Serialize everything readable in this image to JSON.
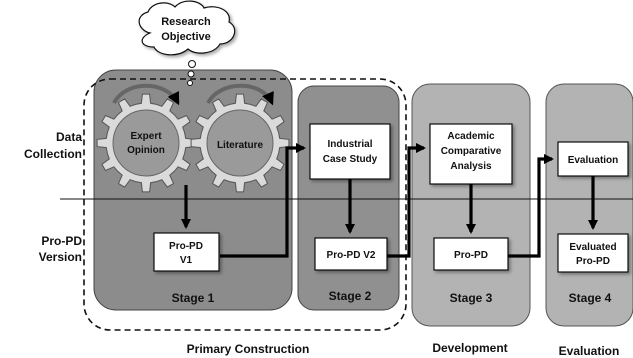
{
  "cloud": {
    "line1": "Research",
    "line2": "Objective"
  },
  "row_labels": {
    "data_collection": {
      "line1": "Data",
      "line2": "Collection"
    },
    "pro_pd_version": {
      "line1": "Pro-PD",
      "line2": "Version"
    }
  },
  "gears": {
    "expert": {
      "line1": "Expert",
      "line2": "Opinion"
    },
    "literature": {
      "label": "Literature"
    }
  },
  "boxes": {
    "industrial": {
      "line1": "Industrial",
      "line2": "Case Study"
    },
    "academic": {
      "line1": "Academic",
      "line2": "Comparative",
      "line3": "Analysis"
    },
    "evaluation": {
      "label": "Evaluation"
    },
    "propd_v1": {
      "line1": "Pro-PD",
      "line2": "V1"
    },
    "propd_v2": {
      "label": "Pro-PD V2"
    },
    "propd": {
      "label": "Pro-PD"
    },
    "evaluated": {
      "line1": "Evaluated",
      "line2": "Pro-PD"
    }
  },
  "stages": {
    "s1": "Stage 1",
    "s2": "Stage 2",
    "s3": "Stage 3",
    "s4": "Stage 4"
  },
  "phases": {
    "primary": "Primary Construction",
    "development": "Development",
    "evaluation": "Evaluation"
  },
  "colors": {
    "stage_fill": "#8c8c8c",
    "stage_light_fill": "#b3b3b3",
    "gear_fill": "#dadada",
    "box_fill": "#ffffff",
    "arrow": "#000000"
  }
}
